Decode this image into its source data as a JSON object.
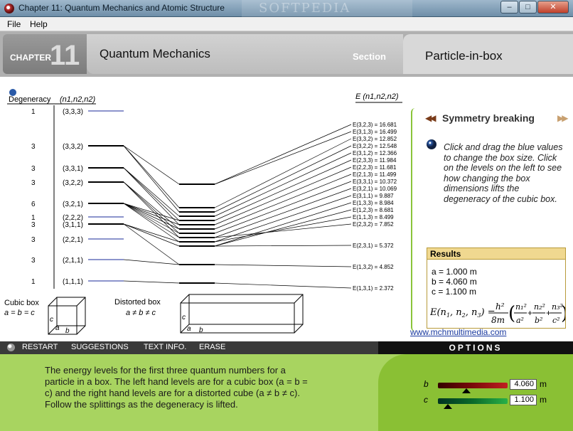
{
  "window": {
    "title": "Chapter 11:  Quantum Mechanics and Atomic Structure",
    "watermark": "SOFTPEDIA"
  },
  "menu": {
    "file": "File",
    "help": "Help"
  },
  "header": {
    "chapter_label": "CHAPTER",
    "chapter_num": "11",
    "topic": "Quantum Mechanics",
    "section_label": "Section",
    "subtopic": "Particle-in-box"
  },
  "diagram": {
    "degeneracy_header": "Degeneracy",
    "left_header": "(n1,n2,n2)",
    "right_header": "E (n1,n2,n2)",
    "left_levels": [
      {
        "deg": "1",
        "label": "(3,3,3)"
      },
      {
        "deg": "3",
        "label": "(3,3,2)"
      },
      {
        "deg": "3",
        "label": "(3,3,1)"
      },
      {
        "deg": "3",
        "label": "(3,2,2)"
      },
      {
        "deg": "6",
        "label": "(3,2,1)"
      },
      {
        "deg": "1",
        "label": "(2,2,2)"
      },
      {
        "deg": "3",
        "label": "(3,1,1)"
      },
      {
        "deg": "3",
        "label": "(2,2,1)"
      },
      {
        "deg": "3",
        "label": "(2,1,1)"
      },
      {
        "deg": "1",
        "label": "(1,1,1)"
      }
    ],
    "right_levels": [
      "E(3,2,3) = 16.681",
      "E(3,1,3) = 16.499",
      "E(3,3,2) = 12.852",
      "E(3,2,2) = 12.548",
      "E(3,1,2) = 12.366",
      "E(2,3,3) = 11.984",
      "E(2,2,3) = 11.681",
      "E(2,1,3) = 11.499",
      "E(3,3,1) = 10.372",
      "E(3,2,1) = 10.069",
      "E(3,1,1) = 9.887",
      "E(1,3,3) = 8.984",
      "E(1,2,3) = 8.681",
      "E(1,1,3) = 8.499",
      "E(2,3,2) = 7.852",
      "E(2,3,1) = 5.372",
      "E(1,3,2) = 4.852",
      "E(1,3,1) = 2.372"
    ],
    "cubic_box_title": "Cubic box",
    "cubic_box_eq": "a = b = c",
    "distorted_box_title": "Distorted box",
    "distorted_box_eq": "a ≠ b ≠ c",
    "box_axis_a": "a",
    "box_axis_b": "b",
    "box_axis_c": "c"
  },
  "side": {
    "title": "Symmetry breaking",
    "description": "Click and drag the blue values to change the box size.  Click on the levels on the left to see how changing the box dimensions lifts the degeneracy of the cubic box."
  },
  "results": {
    "header": "Results",
    "a": "a = 1.000 m",
    "b": "b = 4.060 m",
    "c": "c = 1.100 m"
  },
  "url": "www.mchmultimedia.com",
  "controls": {
    "restart": "RESTART",
    "suggestions": "SUGGESTIONS",
    "text_info": "TEXT INFO.",
    "erase": "ERASE",
    "options": "OPTIONS"
  },
  "info_text": "The energy levels for the first three quantum numbers for a particle in a box.  The left hand levels are for a cubic box (a = b = c) and the right hand levels are for a distorted cube (a ≠ b ≠ c).  Follow the splittings as the degeneracy is lifted.",
  "options": {
    "b_label": "b",
    "b_value": "4.060",
    "b_unit": "m",
    "b_fraction": 0.41,
    "c_label": "c",
    "c_value": "1.100",
    "c_unit": "m",
    "c_fraction": 0.14
  }
}
